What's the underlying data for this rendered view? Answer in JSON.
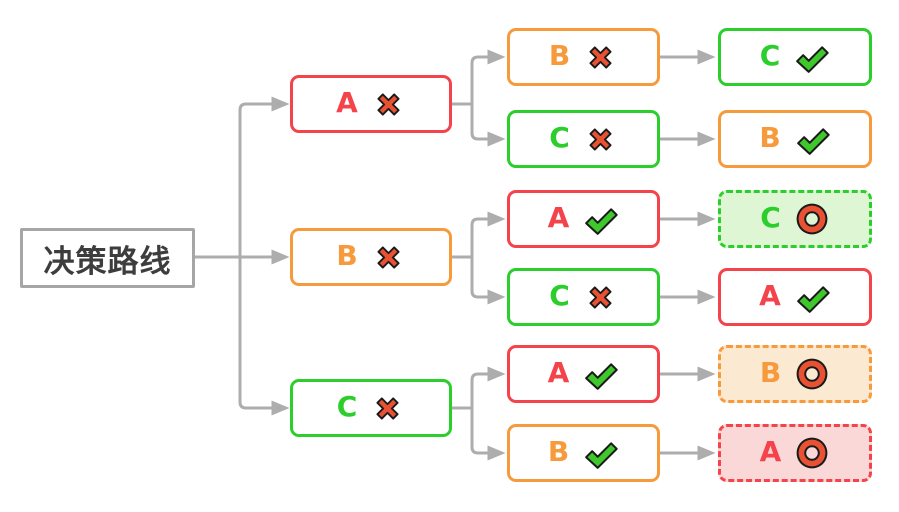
{
  "colors": {
    "red": "#f4434b",
    "orange": "#f79a3b",
    "green": "#2bce2b",
    "bg_red": "#fad8d8",
    "bg_orange": "#fce9d2",
    "bg_green": "#dff6d5",
    "icon_red": "#e85233",
    "icon_green": "#3ec82c",
    "icon_outline": "#1a1a1a",
    "connector_gray": "#adadad",
    "root_border_gray": "#a6a6a6",
    "root_text_gray": "#3d3d3d"
  },
  "icons": {
    "cross": "cross-mark-icon",
    "check": "check-mark-icon",
    "ring": "hollow-circle-icon"
  },
  "tree": {
    "root": {
      "label": "决策路线"
    },
    "branches": [
      {
        "label": "A",
        "status": "cross",
        "color": "red",
        "style": "solid",
        "children": [
          {
            "label": "B",
            "status": "cross",
            "color": "orange",
            "style": "solid",
            "result": {
              "label": "C",
              "status": "check",
              "color": "green",
              "style": "solid"
            }
          },
          {
            "label": "C",
            "status": "cross",
            "color": "green",
            "style": "solid",
            "result": {
              "label": "B",
              "status": "check",
              "color": "orange",
              "style": "solid"
            }
          }
        ]
      },
      {
        "label": "B",
        "status": "cross",
        "color": "orange",
        "style": "solid",
        "children": [
          {
            "label": "A",
            "status": "check",
            "color": "red",
            "style": "solid",
            "result": {
              "label": "C",
              "status": "ring",
              "color": "green",
              "style": "dashed-filled"
            }
          },
          {
            "label": "C",
            "status": "cross",
            "color": "green",
            "style": "solid",
            "result": {
              "label": "A",
              "status": "check",
              "color": "red",
              "style": "solid"
            }
          }
        ]
      },
      {
        "label": "C",
        "status": "cross",
        "color": "green",
        "style": "solid",
        "children": [
          {
            "label": "A",
            "status": "check",
            "color": "red",
            "style": "solid",
            "result": {
              "label": "B",
              "status": "ring",
              "color": "orange",
              "style": "dashed-filled"
            }
          },
          {
            "label": "B",
            "status": "check",
            "color": "orange",
            "style": "solid",
            "result": {
              "label": "A",
              "status": "ring",
              "color": "red",
              "style": "dashed-filled"
            }
          }
        ]
      }
    ]
  }
}
